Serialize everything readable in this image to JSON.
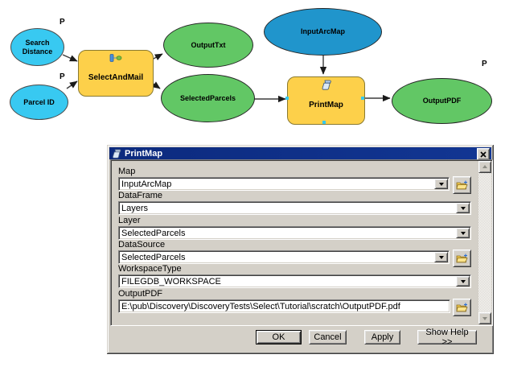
{
  "diagram": {
    "param_marker": "P",
    "nodes": {
      "search_distance": {
        "label": "Search Distance"
      },
      "parcel_id": {
        "label": "Parcel ID"
      },
      "select_and_mail": {
        "label": "SelectAndMail"
      },
      "output_txt": {
        "label": "OutputTxt"
      },
      "selected_parcels": {
        "label": "SelectedParcels"
      },
      "input_arcmap": {
        "label": "InputArcMap"
      },
      "print_map": {
        "label": "PrintMap"
      },
      "output_pdf": {
        "label": "OutputPDF"
      }
    },
    "colors": {
      "parameter_fill": "#38c9f1",
      "input_variable_fill": "#2095cc",
      "derived_output_fill": "#62c765",
      "tool_fill": "#fdd04a"
    }
  },
  "dialog": {
    "title": "PrintMap",
    "fields": [
      {
        "label": "Map",
        "value": "InputArcMap"
      },
      {
        "label": "DataFrame",
        "value": "Layers"
      },
      {
        "label": "Layer",
        "value": "SelectedParcels"
      },
      {
        "label": "DataSource",
        "value": "SelectedParcels"
      },
      {
        "label": "WorkspaceType",
        "value": "FILEGDB_WORKSPACE"
      },
      {
        "label": "OutputPDF",
        "value": "E:\\pub\\Discovery\\DiscoveryTests\\Select\\Tutorial\\scratch\\OutputPDF.pdf"
      }
    ],
    "buttons": {
      "ok": "OK",
      "cancel": "Cancel",
      "apply": "Apply",
      "help": "Show Help >>"
    },
    "icons": {
      "titlebar": "script-icon",
      "browse": "open-folder-icon",
      "close": "close-icon"
    }
  }
}
